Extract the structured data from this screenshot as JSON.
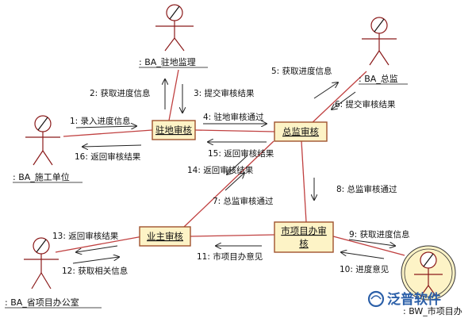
{
  "actors": {
    "zhudi": ": BA_驻地监理",
    "zongjian": ": BA_总监",
    "shigong": ": BA_施工单位",
    "sheng": ": BA_省项目办公室",
    "shi": ": BW_市项目办"
  },
  "boxes": {
    "zhudi_review": "驻地审核",
    "zongjian_review": "总监审核",
    "yezhu_review": "业主审核",
    "shi_review_line1": "市项目办审",
    "shi_review_line2": "核"
  },
  "messages": [
    "1: 录入进度信息",
    "2: 获取进度信息",
    "3: 提交审核结果",
    "4: 驻地审核通过",
    "5: 获取进度信息",
    "6: 提交审核结果",
    "7: 总监审核通过",
    "8: 总监审核通过",
    "9: 获取进度信息",
    "10: 进度意见",
    "11: 市项目办意见",
    "12: 获取相关信息",
    "13: 返回审核结果",
    "14: 返回审核结果",
    "15: 返回审核结果",
    "16: 返回审核结果"
  ],
  "watermark": "泛普软件",
  "colors": {
    "box_fill": "#fdf3c6",
    "box_border": "#a0522d",
    "link": "#c04040",
    "watermark": "#2b5fa8"
  }
}
